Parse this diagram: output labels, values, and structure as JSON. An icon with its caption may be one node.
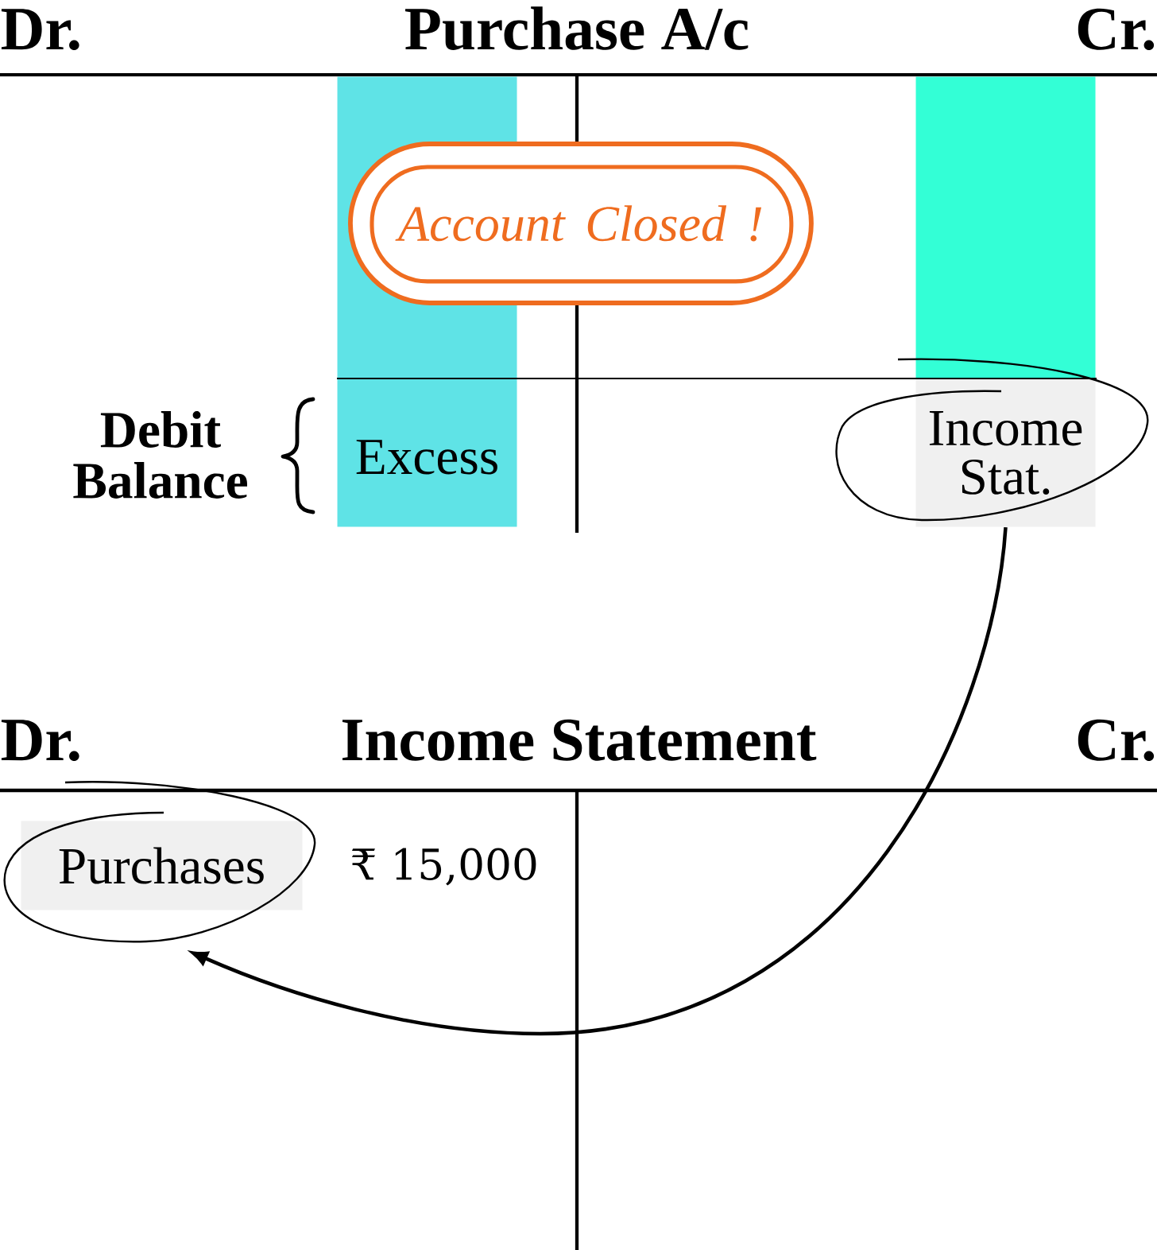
{
  "diagram": {
    "nodes": [
      {
        "text": [
          "Excess"
        ]
      },
      {
        "text": [
          "Account Closed !"
        ]
      },
      {
        "text": [],
        "shape": "bar"
      },
      {
        "text": [
          "Income Stat."
        ]
      },
      {
        "text": [
          "Purchases"
        ]
      }
    ],
    "edges": [
      {
        "from": 3,
        "to": 4,
        "arrow": "to"
      }
    ],
    "labels": [
      "Dr.",
      "Purchase A/c",
      "Cr.",
      "Debit Balance",
      "Dr.",
      "Income Statement",
      "Cr.",
      "₹ 15,000"
    ]
  }
}
